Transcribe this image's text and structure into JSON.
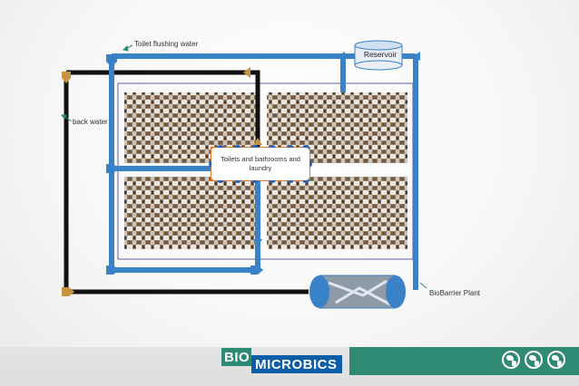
{
  "labels": {
    "toilet_flushing_water": "Toilet flushing water",
    "back_water": "back water",
    "reservoir": "Reservoir",
    "center_box": "Toilets and bathrooms and laundry",
    "biobarrier_plant": "BioBarrier Plant"
  },
  "logo": {
    "part1": "BIO",
    "part2": "MICROBICS"
  },
  "colors": {
    "clean_water_pipe": "#3a82c8",
    "back_water_pipe": "#111111",
    "arrow_tan": "#c9923e",
    "center_box_border": "#e07a2a",
    "brand_green": "#2f8a73",
    "brand_blue": "#0d5ea8"
  },
  "icons": [
    "globe-icon-americas",
    "globe-icon-africa",
    "globe-icon-asia"
  ]
}
